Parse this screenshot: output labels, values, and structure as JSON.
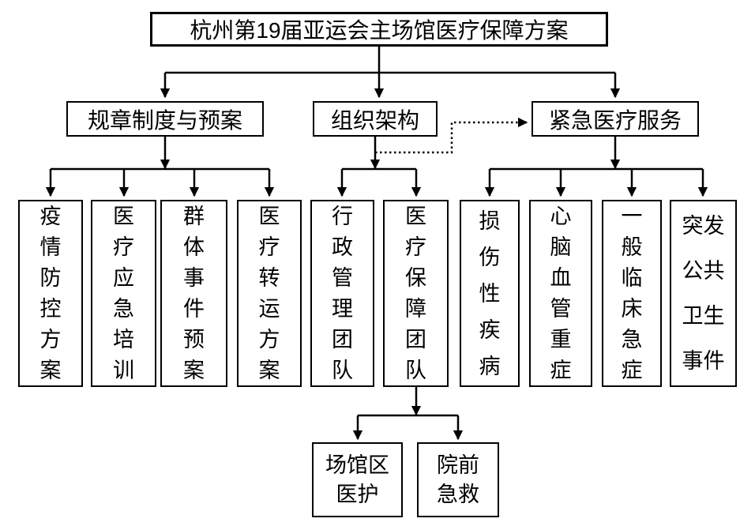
{
  "diagram": {
    "kind": "org-flowchart",
    "colors": {
      "line": "#000000",
      "box_border": "#000000",
      "background": "#ffffff",
      "text": "#000000"
    },
    "nodes": {
      "title": "杭州第19届亚运会主场馆医疗保障方案",
      "rules": "规章制度与预案",
      "org": "组织架构",
      "emergency": "紧急医疗服务",
      "epidemic": "疫情防控方案",
      "training": "医疗应急培训",
      "mass_incident": "群体事件预案",
      "transfer": "医疗转运方案",
      "admin_team": "行政管理团队",
      "medical_team": "医疗保障团队",
      "injury": "损伤性疾病",
      "cardio": "心脑血管重症",
      "clinical": "一般临床急症",
      "public_health": "突发公共卫生事件",
      "venue_care": "场馆区医护",
      "prehospital": "院前急救"
    },
    "edges": {
      "solid": [
        "title -> rules",
        "title -> org",
        "title -> emergency",
        "rules -> epidemic",
        "rules -> training",
        "rules -> mass_incident",
        "rules -> transfer",
        "org -> admin_team",
        "org -> medical_team",
        "emergency -> injury",
        "emergency -> cardio",
        "emergency -> clinical",
        "emergency -> public_health",
        "medical_team -> venue_care",
        "medical_team -> prehospital"
      ],
      "dotted": [
        "org -> emergency"
      ]
    }
  }
}
